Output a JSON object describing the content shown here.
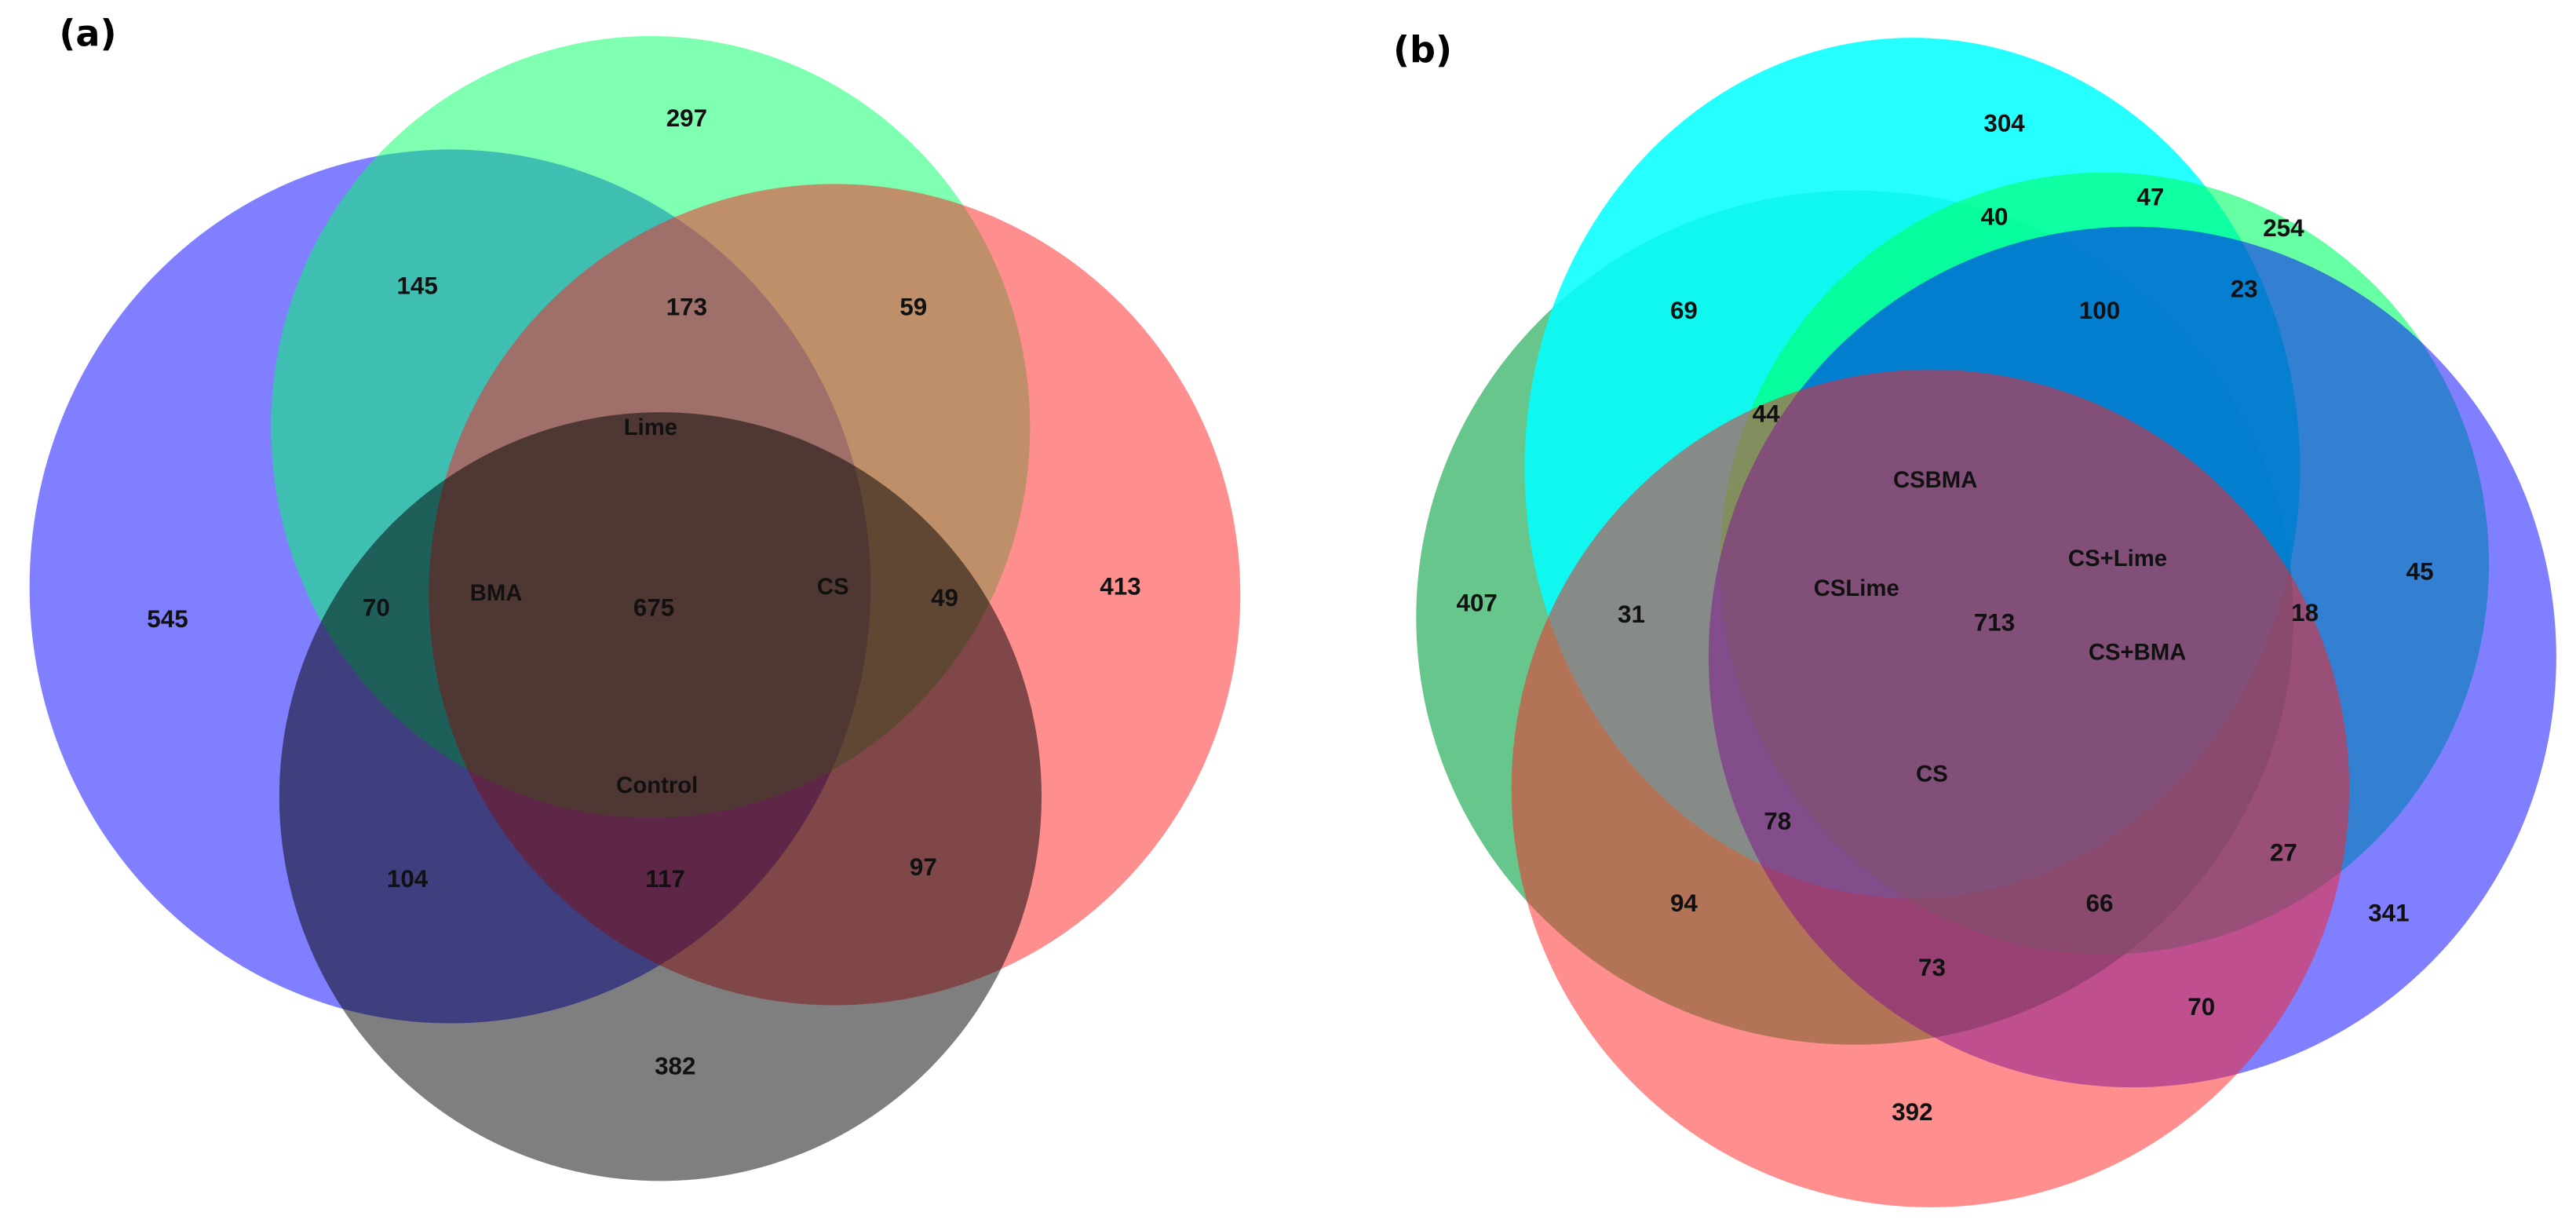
{
  "figure": {
    "panels": [
      {
        "id": "a",
        "label": "(a)",
        "sets": [
          {
            "name": "BMA",
            "color": "#0000ff"
          },
          {
            "name": "Lime",
            "color": "#00ff66"
          },
          {
            "name": "CS",
            "color": "#ff2020"
          },
          {
            "name": "Control",
            "color": "#000000"
          }
        ],
        "set_labels": [
          "Lime",
          "BMA",
          "CS",
          "Control"
        ],
        "region_values": {
          "BMA_only": "545",
          "Lime_only": "297",
          "CS_only": "413",
          "Control_only": "382",
          "BMA_Lime": "145",
          "Lime_CS_upper": "173",
          "Lime_CS": "59",
          "BMA_Lime_Control": "70",
          "all_four": "675",
          "Lime_CS_Control": "49",
          "BMA_Control": "104",
          "BMA_CS_Control": "117",
          "CS_Control": "97"
        }
      },
      {
        "id": "b",
        "label": "(b)",
        "sets": [
          {
            "name": "CSLime",
            "color": "#00a040"
          },
          {
            "name": "CSBMA",
            "color": "#00ffff"
          },
          {
            "name": "CS+Lime",
            "color": "#00ff66"
          },
          {
            "name": "CS+BMA",
            "color": "#0000ff"
          },
          {
            "name": "CS",
            "color": "#ff2020"
          }
        ],
        "set_labels": [
          "CSBMA",
          "CS+Lime",
          "CSLime",
          "CS+BMA",
          "CS"
        ],
        "region_values": {
          "v304": "304",
          "v40": "40",
          "v47": "47",
          "v254": "254",
          "v69": "69",
          "v100": "100",
          "v23": "23",
          "v44": "44",
          "v407": "407",
          "v31": "31",
          "v713": "713",
          "v18": "18",
          "v45": "45",
          "v78": "78",
          "v27": "27",
          "v94": "94",
          "v66": "66",
          "v341": "341",
          "v73": "73",
          "v70": "70",
          "v392": "392"
        }
      }
    ]
  },
  "chart_data": [
    {
      "type": "venn",
      "title": "(a)",
      "sets": [
        "BMA",
        "Lime",
        "CS",
        "Control"
      ],
      "regions": [
        {
          "sets": [
            "BMA"
          ],
          "value": 545
        },
        {
          "sets": [
            "Lime"
          ],
          "value": 297
        },
        {
          "sets": [
            "CS"
          ],
          "value": 413
        },
        {
          "sets": [
            "Control"
          ],
          "value": 382
        },
        {
          "sets": [
            "BMA",
            "Lime"
          ],
          "value": 145
        },
        {
          "sets": [
            "BMA",
            "Lime",
            "CS"
          ],
          "value": 173
        },
        {
          "sets": [
            "Lime",
            "CS"
          ],
          "value": 59
        },
        {
          "sets": [
            "BMA",
            "Lime",
            "Control"
          ],
          "value": 70
        },
        {
          "sets": [
            "BMA",
            "Lime",
            "CS",
            "Control"
          ],
          "value": 675
        },
        {
          "sets": [
            "Lime",
            "CS",
            "Control"
          ],
          "value": 49
        },
        {
          "sets": [
            "BMA",
            "Control"
          ],
          "value": 104
        },
        {
          "sets": [
            "BMA",
            "CS",
            "Control"
          ],
          "value": 117
        },
        {
          "sets": [
            "CS",
            "Control"
          ],
          "value": 97
        }
      ]
    },
    {
      "type": "venn",
      "title": "(b)",
      "sets": [
        "CSLime",
        "CSBMA",
        "CS+Lime",
        "CS+BMA",
        "CS"
      ],
      "region_values": [
        304,
        40,
        47,
        254,
        69,
        100,
        23,
        44,
        407,
        31,
        713,
        18,
        45,
        78,
        27,
        94,
        66,
        341,
        73,
        70,
        392
      ]
    }
  ]
}
